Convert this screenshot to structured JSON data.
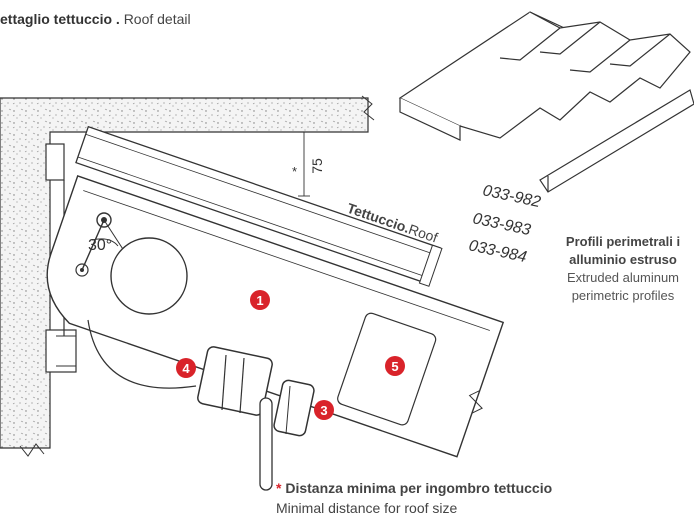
{
  "header": {
    "title_bold": "ettaglio tettuccio .",
    "title_rest": "Roof detail"
  },
  "dimensions": {
    "angle": "30°",
    "height": "75",
    "asterisk": "*"
  },
  "roof_label": {
    "bold": "Tettuccio.",
    "normal": "Roof"
  },
  "codes": [
    "033-982",
    "033-983",
    "033-984"
  ],
  "profiles": {
    "line1": "Profili perimetrali i",
    "line2": "alluminio estruso",
    "line3": "Extruded aluminum",
    "line4": "perimetric profiles"
  },
  "markers": [
    "1",
    "3",
    "4",
    "5"
  ],
  "note": {
    "asterisk": "*",
    "bold": "Distanza minima per ingombro tettuccio",
    "normal": "Minimal distance for roof size"
  },
  "colors": {
    "accent": "#d9232a",
    "line": "#333333",
    "concrete": "#f2f2f2"
  }
}
